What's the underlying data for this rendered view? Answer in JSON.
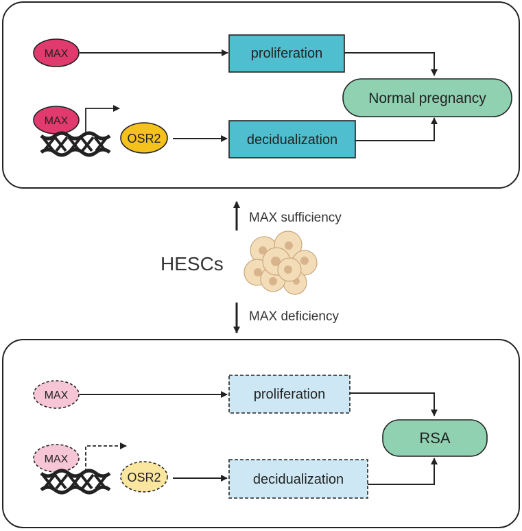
{
  "top_panel": {
    "max1": "MAX",
    "max2": "MAX",
    "osr2": "OSR2",
    "proliferation": "proliferation",
    "decidualization": "decidualization",
    "outcome": "Normal pregnancy"
  },
  "middle": {
    "cells_label": "HESCs",
    "up_label": "MAX sufficiency",
    "down_label": "MAX deficiency"
  },
  "bottom_panel": {
    "max1": "MAX",
    "max2": "MAX",
    "osr2": "OSR2",
    "proliferation": "proliferation",
    "decidualization": "decidualization",
    "outcome": "RSA"
  },
  "colors": {
    "max_strong": "#e03a6e",
    "max_faint": "#f7c6d6",
    "osr2_strong": "#f5c11c",
    "osr2_faint": "#fbe6a0",
    "process_strong": "#4fbfd0",
    "process_faint": "#cde8f4",
    "outcome": "#8fd1b1",
    "cell_fill": "#f3ddb8",
    "nucleus": "#d8b48c"
  }
}
